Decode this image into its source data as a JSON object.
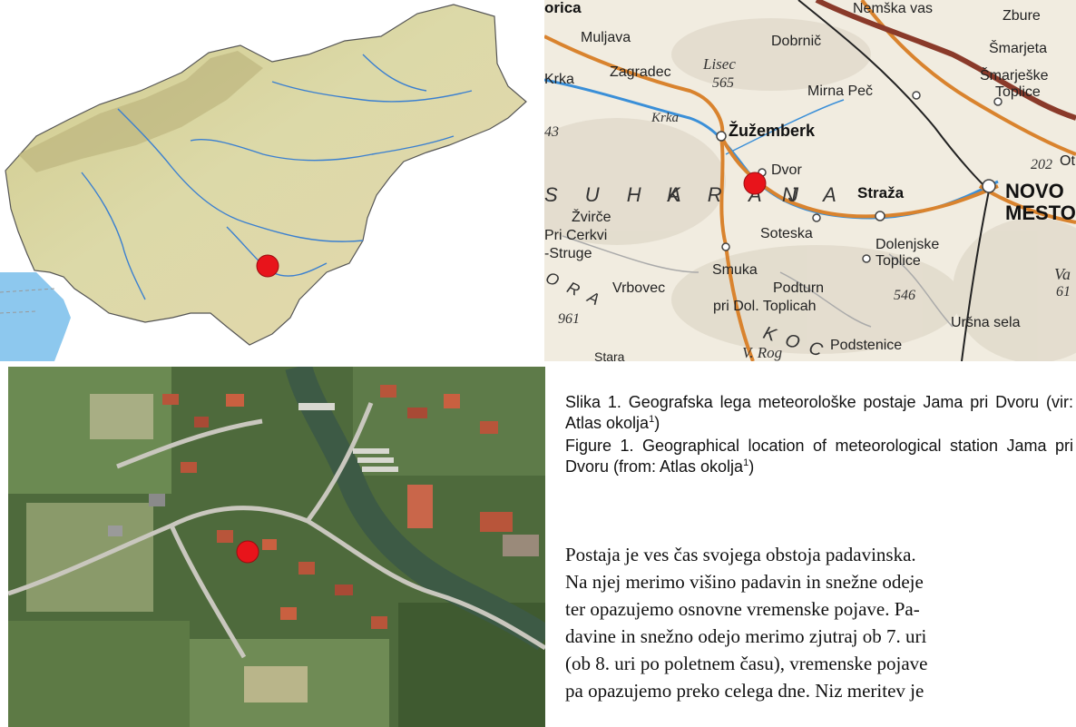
{
  "colors": {
    "marker": "#e8141b",
    "land": "#d9d6a0",
    "river": "#3a7fd0",
    "sea": "#8dc8ee",
    "main_road": "#d9832e",
    "highway": "#8a3a2a",
    "railway": "#222222"
  },
  "roadmap": {
    "places": [
      "orica",
      "Nemška vas",
      "Zbure",
      "Muljava",
      "Dobrnič",
      "Šmarjeta",
      "Lisec",
      "Šmarješke",
      "Toplice",
      "Krka",
      "Zagradec",
      "Mirna Peč",
      "Krka",
      "Žužemberk",
      "Dvor",
      "Ot",
      "NOVO",
      "MESTO",
      "Straža",
      "Žvirče",
      "Soteska",
      "Pri Cerkvi",
      "-Struge",
      "Dolenjske",
      "Toplice",
      "Smuka",
      "Podturn",
      "pri Dol. Toplicah",
      "Vrbovec",
      "Uršna sela",
      "Podstenice",
      "Stara",
      "V. Rog",
      "Va"
    ],
    "region_labels": [
      "S U H A",
      "K R A J",
      "N A",
      "KOC",
      "ORA"
    ],
    "elevations": [
      "565",
      "202",
      "43",
      "546",
      "961",
      "61"
    ]
  },
  "caption": {
    "sl_text": "Slika 1. Geografska lega meteorološke postaje Jama pri Dvoru (vir: Atlas okolja",
    "sl_sup": "1",
    "sl_end": ")",
    "en_text": "Figure 1. Geographical location of meteorological station Jama pri Dvoru (from: Atlas okolja",
    "en_sup": "1",
    "en_end": ")"
  },
  "body_lines": [
    "Postaja je ves čas svojega obstoja padavinska.",
    "Na njej merimo višino padavin in snežne odeje",
    "ter opazujemo osnovne vremenske pojave. Pa-",
    "davine in snežno odejo merimo zjutraj ob 7. uri",
    "(ob 8. uri po poletnem času), vremenske pojave",
    "pa opazujemo preko celega dne. Niz meritev je"
  ]
}
